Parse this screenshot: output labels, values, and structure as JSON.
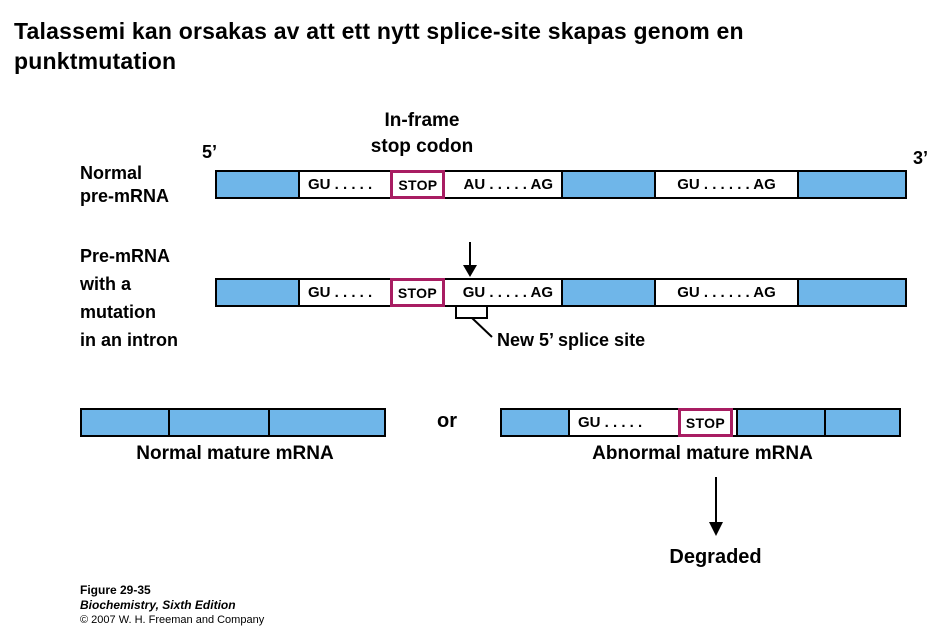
{
  "title": "Talassemi kan orsakas av att ett nytt splice-site skapas genom en punktmutation",
  "annotations": {
    "inframe_line1": "In-frame",
    "inframe_line2": "stop codon",
    "five_prime": "5’",
    "three_prime": "3’",
    "new_splice_site": "New 5’ splice site",
    "or": "or",
    "degraded": "Degraded"
  },
  "row1": {
    "label_line1": "Normal",
    "label_line2": "pre-mRNA",
    "intron1_left": "GU . . . . .",
    "stop": "STOP",
    "intron1_right": "AU . . . . . AG",
    "intron2": "GU . . . . . . AG"
  },
  "row2": {
    "label_line1": "Pre-mRNA",
    "label_line2": "with a",
    "label_line3": "mutation",
    "label_line4": "in an intron",
    "intron1_left": "GU . . . . .",
    "stop": "STOP",
    "intron1_right": "GU . . . . . AG",
    "intron2": "GU . . . . . . AG"
  },
  "row3": {
    "normal_label": "Normal mature mRNA",
    "abnormal_label": "Abnormal mature mRNA",
    "abnormal_intron_left": "GU . . . . .",
    "stop": "STOP"
  },
  "caption": {
    "figure": "Figure 29-35",
    "book": "Biochemistry, Sixth Edition",
    "copyright": "© 2007 W. H. Freeman and Company"
  },
  "colors": {
    "exon_blue": "#6FB6E9",
    "stop_outline": "#A81D62"
  }
}
